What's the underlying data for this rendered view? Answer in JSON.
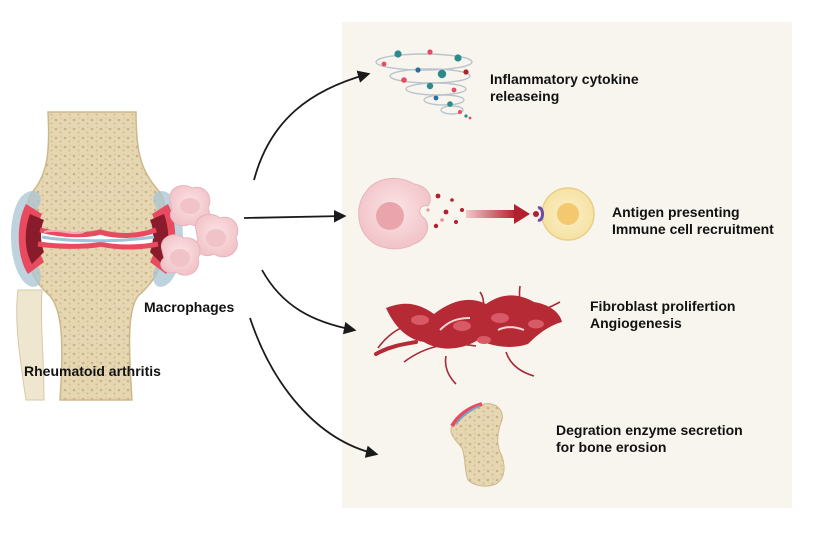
{
  "labels": {
    "disease": "Rheumatoid arthritis",
    "cell": "Macrophages"
  },
  "outcomes": [
    {
      "line1": "Inflammatory cytokine",
      "line2": "releaseing"
    },
    {
      "line1": "Antigen presenting",
      "line2": "Immune cell recruitment"
    },
    {
      "line1": "Fibroblast prolifertion",
      "line2": "Angiogenesis"
    },
    {
      "line1": "Degration enzyme secretion",
      "line2": "for bone erosion"
    }
  ],
  "colors": {
    "panel": "#f8f5ee",
    "bone": "#e2d3ae",
    "inflammation": "#e84a5f",
    "synovium": "#8a1b2a",
    "fibroblast": "#b52a35",
    "macrophage": "#f6d3d6",
    "arrow": "#1a1a1a"
  }
}
